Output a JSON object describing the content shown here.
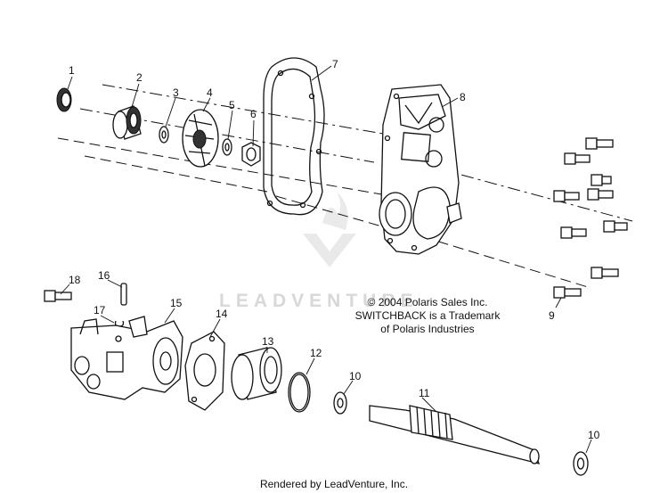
{
  "callouts": [
    {
      "num": "1"
    },
    {
      "num": "2"
    },
    {
      "num": "3"
    },
    {
      "num": "4"
    },
    {
      "num": "5"
    },
    {
      "num": "6"
    },
    {
      "num": "7"
    },
    {
      "num": "8"
    },
    {
      "num": "9"
    },
    {
      "num": "10"
    },
    {
      "num": "10"
    },
    {
      "num": "11"
    },
    {
      "num": "12"
    },
    {
      "num": "13"
    },
    {
      "num": "14"
    },
    {
      "num": "15"
    },
    {
      "num": "16"
    },
    {
      "num": "17"
    },
    {
      "num": "18"
    }
  ],
  "copyright": {
    "line1": "© 2004 Polaris Sales Inc.",
    "line2": "SWITCHBACK is a Trademark",
    "line3": "of Polaris Industries"
  },
  "watermark": "LEADVENTURE",
  "footer": "Rendered by LeadVenture, Inc."
}
